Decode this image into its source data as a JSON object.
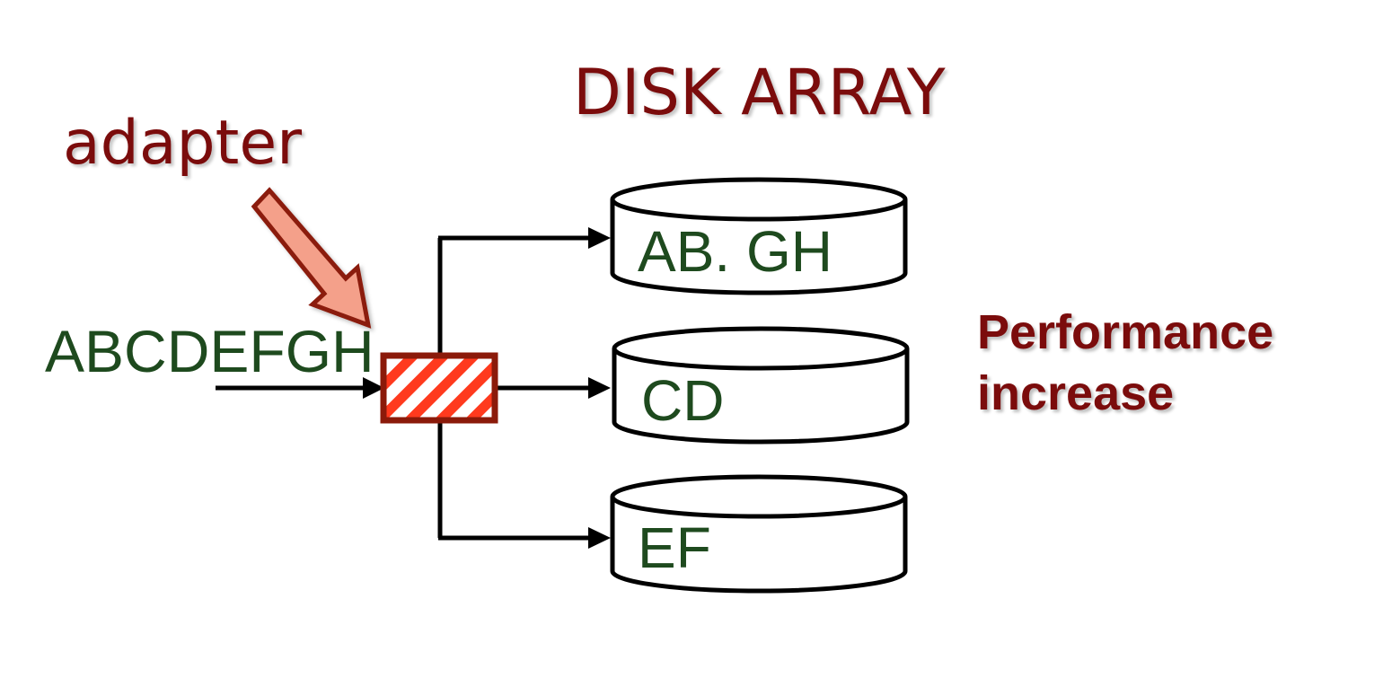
{
  "title": "DISK ARRAY",
  "adapter_label": "adapter",
  "input_stream": "ABCDEFGH",
  "disks": [
    {
      "label": "AB. GH"
    },
    {
      "label": "CD"
    },
    {
      "label": "EF"
    }
  ],
  "note": {
    "line1": "Performance",
    "line2": "increase"
  },
  "colors": {
    "title": "#7b0c0c",
    "label": "#7b0c0c",
    "text_green": "#1e4a1e",
    "adapter_border": "#8b1a0a",
    "adapter_stripe": "#ff3a1e",
    "arrow_fill": "#f4a08a",
    "arrow_stroke": "#8b1a0a",
    "line": "#000000"
  }
}
